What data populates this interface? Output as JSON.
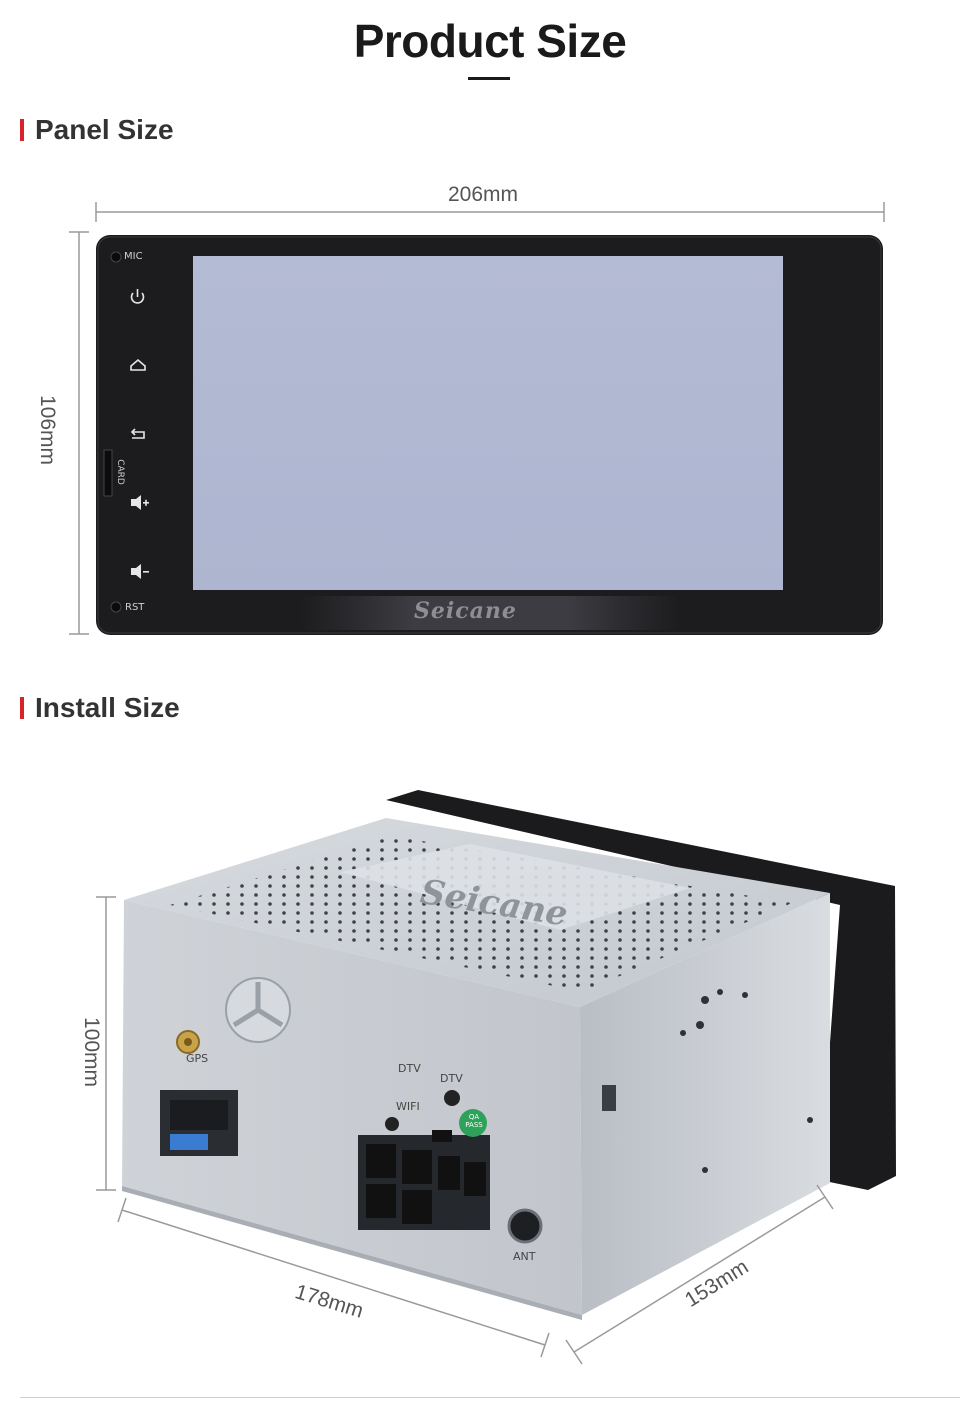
{
  "page": {
    "title": "Product Size"
  },
  "sections": [
    {
      "label": "Panel Size"
    },
    {
      "label": "Install Size"
    }
  ],
  "panel": {
    "width_label": "206mm",
    "height_label": "106mm",
    "side_labels": {
      "mic": "MIC",
      "card": "CARD",
      "rst": "RST"
    },
    "brand": "Seicane",
    "button_icons": [
      "power-icon",
      "home-icon",
      "back-icon",
      "volume-up-icon",
      "volume-down-icon"
    ],
    "screen_color": "#b0b8d2",
    "bezel_color": "#1c1c1e"
  },
  "install": {
    "height_label": "100mm",
    "width_label": "178mm",
    "depth_label": "153mm",
    "brand": "Seicane",
    "port_labels": [
      "GPS",
      "DTV",
      "DTV",
      "WIFI",
      "ANT"
    ],
    "sticker_text": "QA PASS"
  },
  "colors": {
    "accent": "#d8232a",
    "text_dark": "#1a1a1a",
    "dimension_line": "#9a9a9a",
    "chassis": "#c9cdd3"
  }
}
